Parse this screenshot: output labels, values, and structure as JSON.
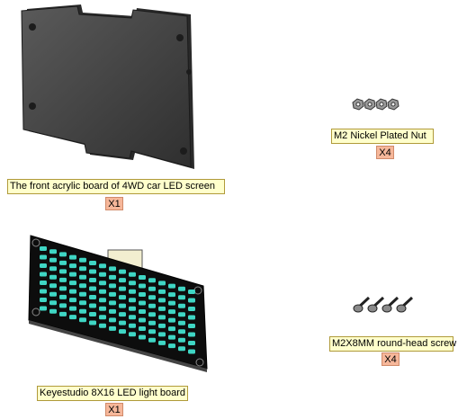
{
  "parts": [
    {
      "name": "The front acrylic board of 4WD car LED screen",
      "quantity": "X1"
    },
    {
      "name": "M2 Nickel Plated Nut",
      "quantity": "X4"
    },
    {
      "name": "Keyestudio 8X16 LED light board",
      "quantity": "X1"
    },
    {
      "name": "M2X8MM round-head screw",
      "quantity": "X4"
    }
  ],
  "colors": {
    "label_fill": "#ffffcc",
    "quantity_fill": "#f6b79a",
    "acrylic": "#4a4a4a",
    "led_off": "#3fd6c4"
  }
}
